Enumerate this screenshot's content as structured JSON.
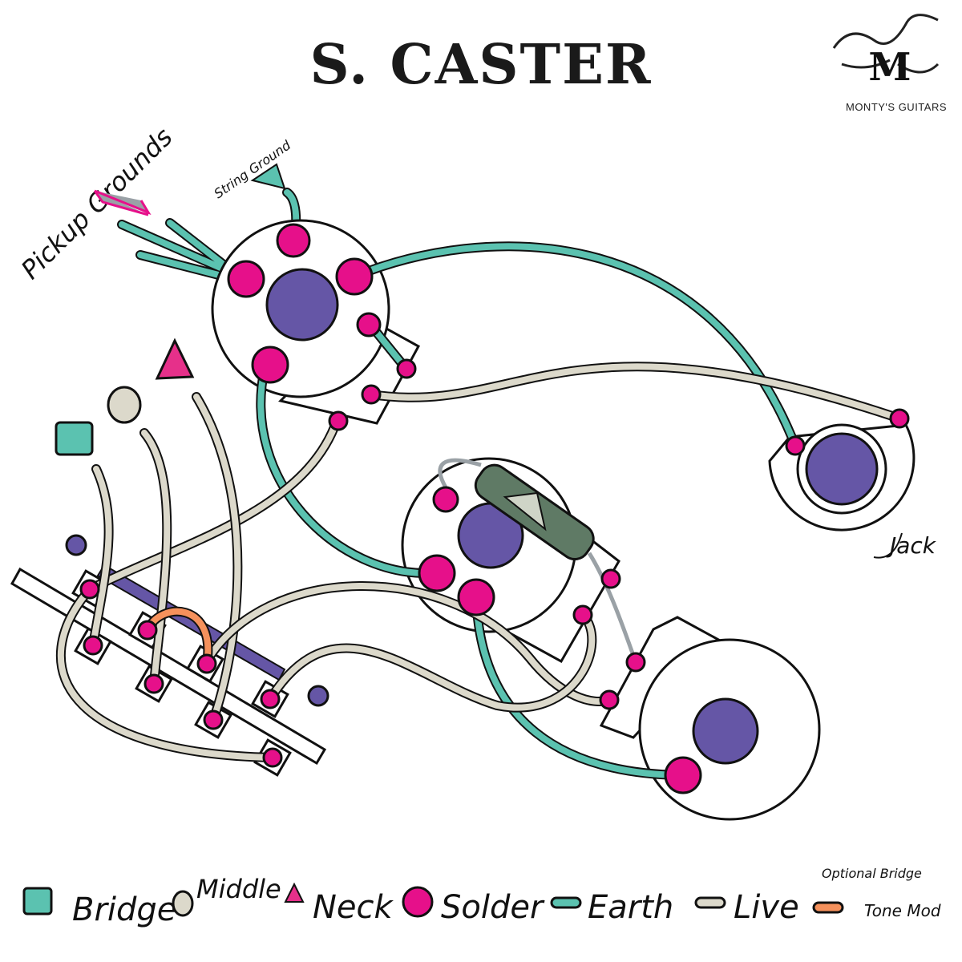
{
  "title": "S. CASTER",
  "logo": {
    "brand": "MONTY'S GUITARS"
  },
  "labels": {
    "pickup_grounds": "Pickup Grounds",
    "string_ground": "String Ground",
    "jack": "Jack"
  },
  "legend": [
    {
      "label": "Bridge",
      "symbol": "square",
      "color": "#5bc2b0"
    },
    {
      "label": "Middle",
      "symbol": "circle",
      "color": "#dcd9cb"
    },
    {
      "label": "Neck",
      "symbol": "triangle",
      "color": "#e6308a"
    },
    {
      "label": "Solder",
      "symbol": "dot",
      "color": "#e6108a"
    },
    {
      "label": "Earth",
      "symbol": "wire",
      "color": "#5bc2b0"
    },
    {
      "label": "Live",
      "symbol": "wire",
      "color": "#dcd9cb"
    },
    {
      "label": "Tone Mod",
      "note": "Optional Bridge",
      "symbol": "wire",
      "color": "#f5915c"
    }
  ],
  "colors": {
    "earth": "#5bc2b0",
    "live": "#dcd9cb",
    "solder": "#e6108a",
    "shaft": "#6556a6",
    "tone_mod": "#f5915c",
    "capacitor": "#5f7a65"
  }
}
